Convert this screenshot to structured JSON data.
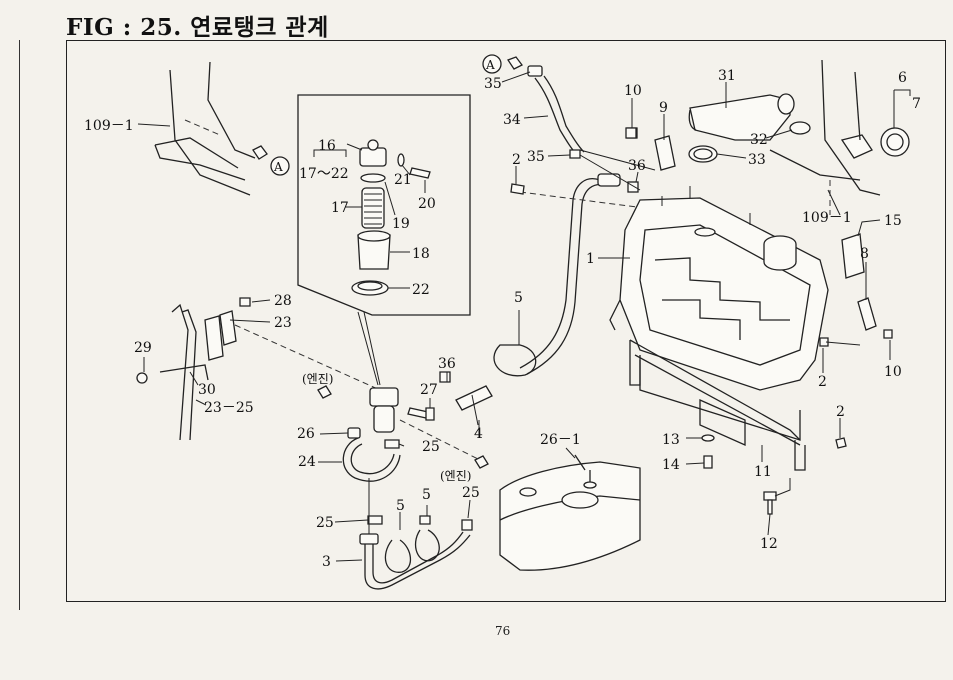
{
  "title": "FIG : 25. 연료탱크 관계",
  "page_number": "76",
  "connector_letter": "A",
  "engine_label": "(엔진)",
  "callouts": {
    "c109_1_left": "109－1",
    "c109_1_right": "109－1",
    "c16": "16",
    "c17_22": "17～22",
    "c21": "21",
    "c20": "20",
    "c17": "17",
    "c19": "19",
    "c18": "18",
    "c22": "22",
    "c35_top": "35",
    "c34": "34",
    "c35_mid": "35",
    "c2_top": "2",
    "c10_top": "10",
    "c9": "9",
    "c36_top": "36",
    "c31": "31",
    "c32": "32",
    "c33": "33",
    "c6": "6",
    "c7": "7",
    "c15": "15",
    "c1": "1",
    "c8": "8",
    "c10_right": "10",
    "c2_right1": "2",
    "c2_right2": "2",
    "c28": "28",
    "c23": "23",
    "c29": "29",
    "c30": "30",
    "c23_25": "23－25",
    "c5_mid": "5",
    "c36_mid": "36",
    "c27": "27",
    "c4": "4",
    "c26": "26",
    "c25_a": "25",
    "c24": "24",
    "c26_1": "26－1",
    "c25_b": "25",
    "c25_c": "25",
    "c5_b1": "5",
    "c5_b2": "5",
    "c3": "3",
    "c13": "13",
    "c14": "14",
    "c11": "11",
    "c12": "12"
  }
}
